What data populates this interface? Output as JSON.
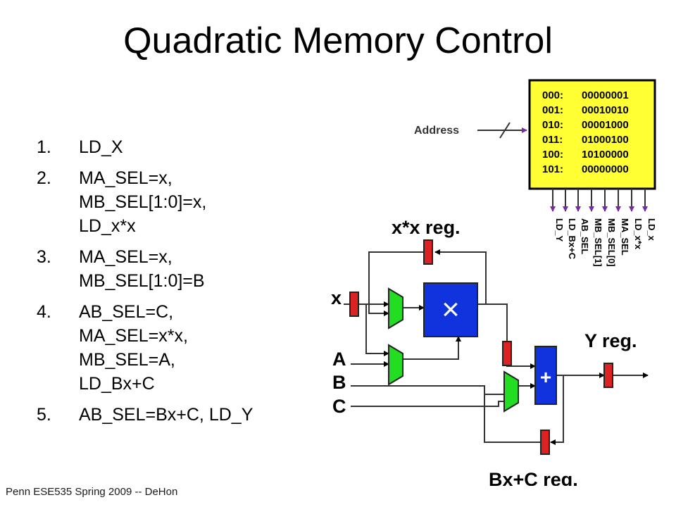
{
  "slide": {
    "title": "Quadratic Memory Control",
    "footer": "Penn ESE535 Spring 2009 -- DeHon"
  },
  "steps": [
    {
      "num": "1.",
      "lines": [
        "LD_X"
      ]
    },
    {
      "num": "2.",
      "lines": [
        "MA_SEL=x,",
        "MB_SEL[1:0]=x,",
        "LD_x*x"
      ]
    },
    {
      "num": "3.",
      "lines": [
        "MA_SEL=x,",
        "MB_SEL[1:0]=B"
      ]
    },
    {
      "num": "4.",
      "lines": [
        "AB_SEL=C,",
        "MA_SEL=x*x,",
        "MB_SEL=A,",
        "LD_Bx+C"
      ]
    },
    {
      "num": "5.",
      "lines": [
        "AB_SEL=Bx+C, LD_Y"
      ]
    }
  ],
  "diagram": {
    "address_label": "Address",
    "memory": [
      {
        "addr": "000:",
        "value": "00000001"
      },
      {
        "addr": "001:",
        "value": "00010010"
      },
      {
        "addr": "010:",
        "value": "00001000"
      },
      {
        "addr": "011:",
        "value": "01000100"
      },
      {
        "addr": "100:",
        "value": "10100000"
      },
      {
        "addr": "101:",
        "value": "00000000"
      }
    ],
    "control_signals": [
      "LD_Y",
      "LD_Bx+C",
      "AB_SEL",
      "MB_SEL[1]",
      "MB_SEL[0]",
      "MA_SEL",
      "LD_x*x",
      "LD_x"
    ],
    "labels": {
      "xx_reg": "x*x reg.",
      "y_reg": "Y reg.",
      "bxc_reg": "Bx+C reg.",
      "x": "x",
      "a": "A",
      "b": "B",
      "c": "C",
      "multiply": "×",
      "add": "+"
    },
    "colors": {
      "memory_fill": "#ffff33",
      "mux_fill": "#22dd22",
      "unit_fill": "#1133dd",
      "register_fill": "#dd2222",
      "signal_arrow": "#7a2aa8"
    }
  }
}
